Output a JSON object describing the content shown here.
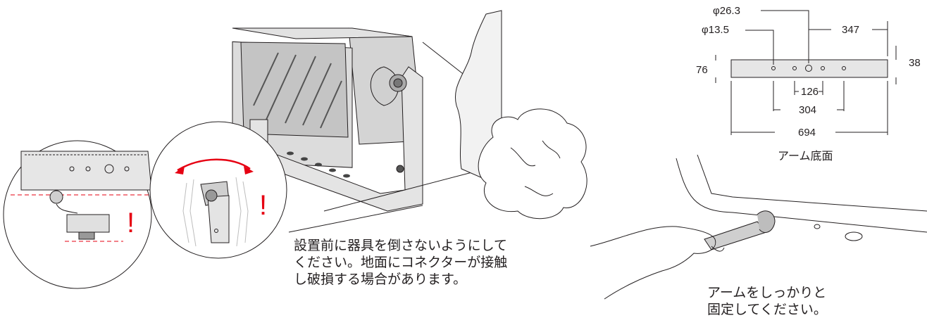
{
  "figure": {
    "warning_note_lines": [
      "設置前に器具を倒さないようにして",
      "ください。地面にコネクターが接触",
      "し破損する場合があります。"
    ],
    "wrench_note_lines": [
      "アームをしっかりと",
      "固定してください。"
    ],
    "warning_mark": "!"
  },
  "arm_diagram": {
    "caption": "アーム底面",
    "dimensions": {
      "large_hole": "φ26.3",
      "small_hole": "φ13.5",
      "edge_to_center": "347",
      "height": "76",
      "hole_offset": "38",
      "inner_spacing": "126",
      "outer_spacing": "304",
      "total_length": "694"
    }
  },
  "colors": {
    "line": "#231f20",
    "warning_red": "#e60012",
    "arm_fill": "#e6e6e6",
    "fixture_fill": "#d8d8d8",
    "lens_fill": "#bcbcbc"
  }
}
